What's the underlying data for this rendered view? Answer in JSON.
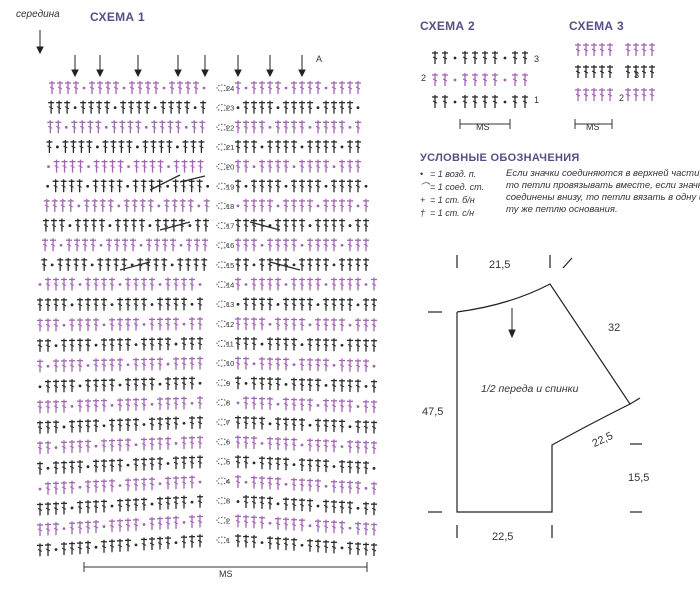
{
  "scheme1": {
    "title": "СХЕМА 1",
    "middle_label": "середина",
    "marker_a": "A",
    "ms_label": "MS",
    "row_numbers": [
      "24",
      "23",
      "22",
      "21",
      "20",
      "19",
      "18",
      "17",
      "16",
      "15",
      "14",
      "13",
      "12",
      "11",
      "10",
      "9",
      "8",
      "7",
      "6",
      "5",
      "4",
      "3",
      "2",
      "1"
    ],
    "colors": {
      "purple": "#a264b4",
      "dark": "#2a2a2a"
    }
  },
  "scheme2": {
    "title": "СХЕМА 2",
    "row_numbers": [
      "3",
      "2",
      "1"
    ],
    "ms_label": "MS"
  },
  "scheme3": {
    "title": "СХЕМА 3",
    "row_numbers": [
      "3",
      "2"
    ],
    "ms_label": "MS"
  },
  "legend": {
    "title": "УСЛОВНЫЕ ОБОЗНАЧЕНИЯ",
    "items": [
      {
        "icon": "chain-dot-icon",
        "text": "= 1 возд. п."
      },
      {
        "icon": "slip-stitch-icon",
        "text": "= 1 соед. ст."
      },
      {
        "icon": "single-crochet-icon",
        "text": "= 1 ст. б/н"
      },
      {
        "icon": "double-crochet-icon",
        "text": "= 1 ст. с/н"
      }
    ],
    "note": "Если значки соединяются в верхней части, то петли провязывать вместе, если значки соединены внизу, то петли вязать в одну и ту же петлю основания."
  },
  "pattern": {
    "label": "1/2 переда и спинки",
    "dimensions": {
      "top": "21,5",
      "shoulder": "32",
      "height": "47,5",
      "armhole": "22,5",
      "side": "15,5",
      "bottom": "22,5"
    }
  }
}
